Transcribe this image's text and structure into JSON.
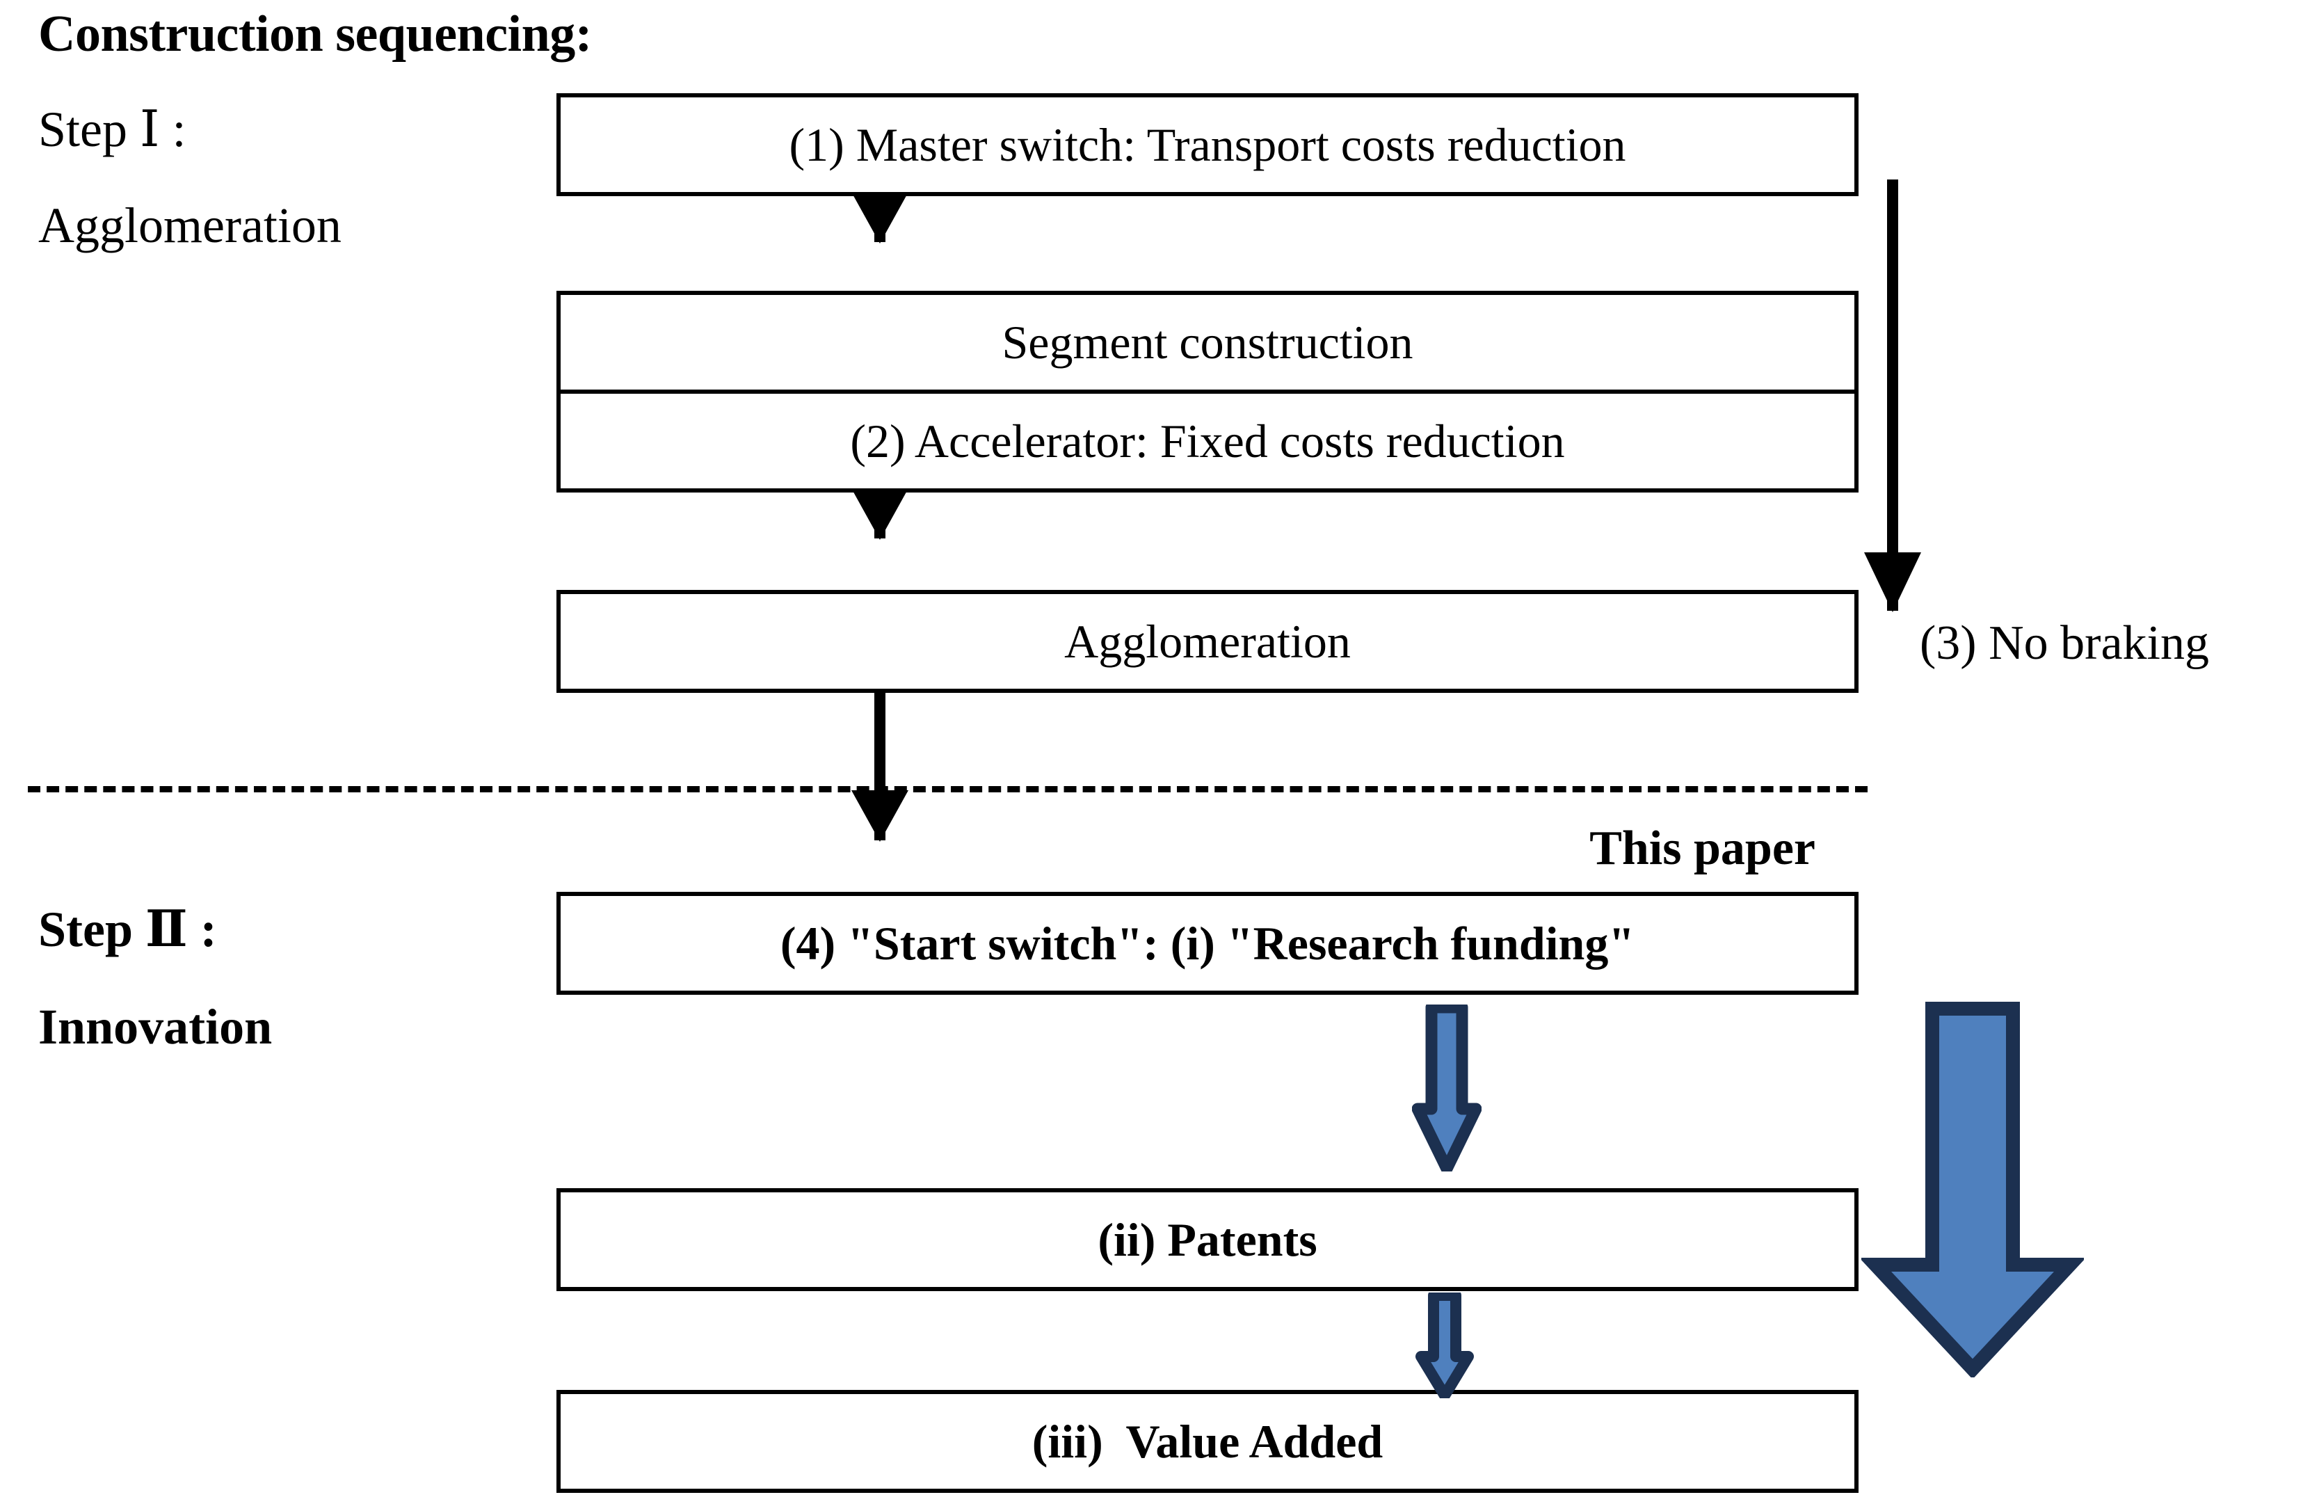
{
  "heading": "Construction sequencing:",
  "steps": {
    "step1": {
      "line1": "Step Ⅰ :",
      "line2": "Agglomeration"
    },
    "step2": {
      "line1": "Step Ⅱ :",
      "line2": "Innovation"
    }
  },
  "annotations": {
    "this_paper": "This paper",
    "no_braking": "(3) No braking"
  },
  "boxes": {
    "master_switch": "(1) Master switch: Transport costs reduction",
    "segment_construction": "Segment construction",
    "accelerator": "(2) Accelerator: Fixed costs reduction",
    "agglomeration": "Agglomeration",
    "start_switch": "(4) \"Start switch\": (i) \"Research funding\"",
    "patents": "(ii) Patents",
    "value_added": "(iii)  Value Added"
  },
  "icons": {
    "connector_arrow": "down-arrow-icon",
    "blue_arrow": "blue-down-arrow-icon",
    "divider": "dotted-divider"
  },
  "colors": {
    "outline": "#000000",
    "background": "#ffffff",
    "blue_arrow_fill": "#4F80BE",
    "blue_arrow_stroke": "#1C3050"
  }
}
